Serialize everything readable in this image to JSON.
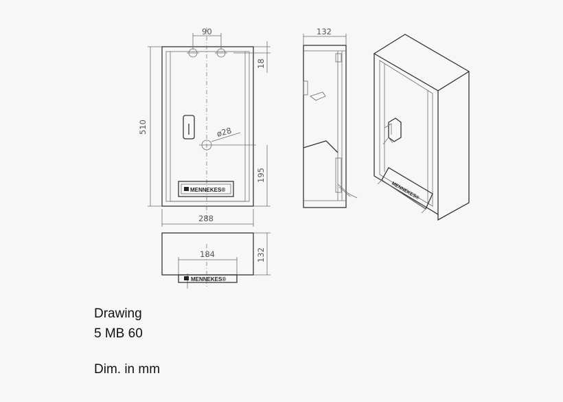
{
  "drawing": {
    "dimensions": {
      "hole_spacing": "90",
      "depth_top": "132",
      "height_total": "510",
      "top_offset": "18",
      "hole_diameter": "ø28",
      "hole_height": "195",
      "width": "288",
      "bottom_spacing": "184",
      "depth_side": "132"
    },
    "brand_label": "MENNEKES®"
  },
  "caption": {
    "line1": "Drawing",
    "line2": "5 MB 60",
    "line3": "Dim. in mm"
  }
}
